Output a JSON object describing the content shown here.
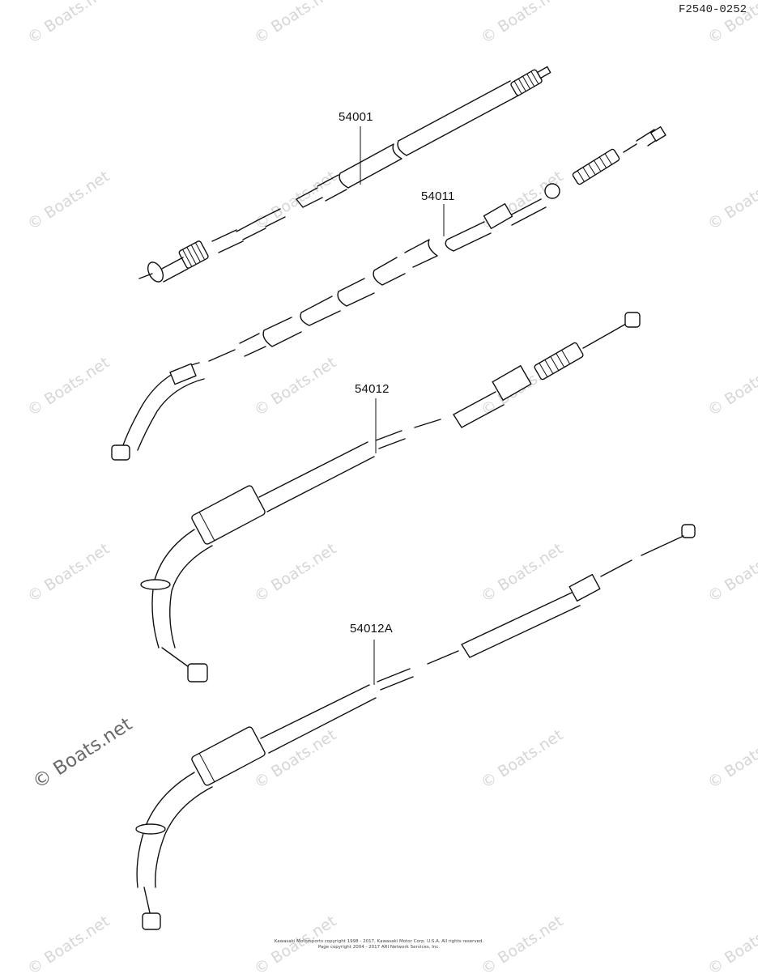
{
  "diagram_code": "F2540-0252",
  "parts": [
    {
      "ref": "54001"
    },
    {
      "ref": "54011"
    },
    {
      "ref": "54012"
    },
    {
      "ref": "54012A"
    }
  ],
  "watermark": "© Boats.net",
  "copyright": {
    "line1": "Kawasaki Motorsports copyright 1998 - 2017, Kawasaki Motor Corp. U.S.A. All rights reserved.",
    "line2": "Page copyright 2004 - 2017 ARI Network Services, Inc."
  }
}
